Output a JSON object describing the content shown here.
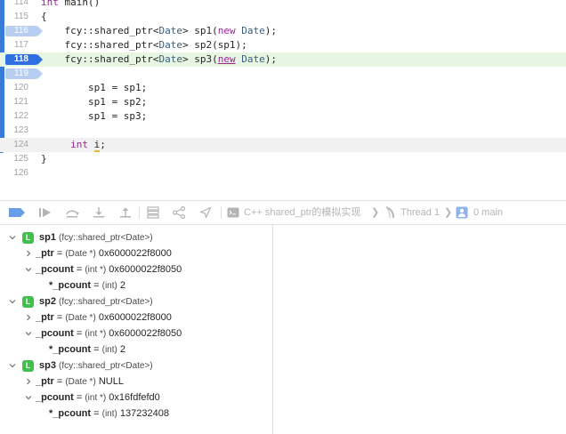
{
  "editor": {
    "lines": [
      {
        "num": "114",
        "marker": "none",
        "highlight": "none",
        "tokens": [
          {
            "t": "int",
            "c": "kw"
          },
          {
            "t": " main()",
            "c": ""
          }
        ]
      },
      {
        "num": "115",
        "marker": "none",
        "highlight": "none",
        "tokens": [
          {
            "t": "{",
            "c": ""
          }
        ]
      },
      {
        "num": "116",
        "marker": "light",
        "highlight": "none",
        "tokens": [
          {
            "t": "    fcy::shared_ptr<",
            "c": ""
          },
          {
            "t": "Date",
            "c": "ty"
          },
          {
            "t": "> sp1(",
            "c": ""
          },
          {
            "t": "new",
            "c": "kw"
          },
          {
            "t": " ",
            "c": ""
          },
          {
            "t": "Date",
            "c": "ty"
          },
          {
            "t": ");",
            "c": ""
          }
        ]
      },
      {
        "num": "117",
        "marker": "none",
        "highlight": "none",
        "tokens": [
          {
            "t": "    fcy::shared_ptr<",
            "c": ""
          },
          {
            "t": "Date",
            "c": "ty"
          },
          {
            "t": "> sp2(sp1);",
            "c": ""
          }
        ]
      },
      {
        "num": "118",
        "marker": "dark",
        "highlight": "green",
        "tokens": [
          {
            "t": "    fcy::shared_ptr<",
            "c": ""
          },
          {
            "t": "Date",
            "c": "ty"
          },
          {
            "t": "> sp3(",
            "c": ""
          },
          {
            "t": "new",
            "c": "kw ul"
          },
          {
            "t": " ",
            "c": ""
          },
          {
            "t": "Date",
            "c": "ty"
          },
          {
            "t": ");",
            "c": ""
          }
        ]
      },
      {
        "num": "119",
        "marker": "light",
        "highlight": "none",
        "tokens": []
      },
      {
        "num": "120",
        "marker": "none",
        "highlight": "none",
        "tokens": [
          {
            "t": "        sp1 = sp1;",
            "c": ""
          }
        ]
      },
      {
        "num": "121",
        "marker": "none",
        "highlight": "none",
        "tokens": [
          {
            "t": "        sp1 = sp2;",
            "c": ""
          }
        ]
      },
      {
        "num": "122",
        "marker": "none",
        "highlight": "none",
        "tokens": [
          {
            "t": "        sp1 = sp3;",
            "c": ""
          }
        ]
      },
      {
        "num": "123",
        "marker": "none",
        "highlight": "none",
        "tokens": []
      },
      {
        "num": "124",
        "marker": "none",
        "highlight": "grey",
        "tokens": [
          {
            "t": "     ",
            "c": ""
          },
          {
            "t": "int",
            "c": "kw"
          },
          {
            "t": " ",
            "c": ""
          },
          {
            "t": "i",
            "c": "warnmark"
          },
          {
            "t": ";",
            "c": ""
          }
        ]
      },
      {
        "num": "125",
        "marker": "none",
        "highlight": "none",
        "tokens": [
          {
            "t": "}",
            "c": ""
          }
        ]
      },
      {
        "num": "126",
        "marker": "none",
        "highlight": "none",
        "tokens": []
      }
    ]
  },
  "debug_bar": {
    "buttons": [
      "breakpoints-toggle-icon",
      "continue-icon",
      "step-over-icon",
      "step-into-icon",
      "step-out-icon",
      "view-hierarchy-icon",
      "memory-graph-icon",
      "location-icon"
    ],
    "breadcrumb": {
      "target": "C++ shared_ptr的模拟实现",
      "thread": "Thread 1",
      "frame": "0 main"
    }
  },
  "variables": [
    {
      "level": 0,
      "disclosure": "open",
      "badge": "L",
      "name": "sp1",
      "eq": "",
      "type": "(fcy::shared_ptr<Date>)",
      "value": ""
    },
    {
      "level": 1,
      "disclosure": "closed",
      "badge": "",
      "name": "_ptr",
      "eq": " = ",
      "type": "(Date *)",
      "value": " 0x6000022f8000"
    },
    {
      "level": 1,
      "disclosure": "open",
      "badge": "",
      "name": "_pcount",
      "eq": " = ",
      "type": "(int *)",
      "value": " 0x6000022f8050"
    },
    {
      "level": 2,
      "disclosure": "none",
      "badge": "",
      "name": "*_pcount",
      "eq": " = ",
      "type": "(int)",
      "value": " 2"
    },
    {
      "level": 0,
      "disclosure": "open",
      "badge": "L",
      "name": "sp2",
      "eq": "",
      "type": "(fcy::shared_ptr<Date>)",
      "value": ""
    },
    {
      "level": 1,
      "disclosure": "closed",
      "badge": "",
      "name": "_ptr",
      "eq": " = ",
      "type": "(Date *)",
      "value": " 0x6000022f8000"
    },
    {
      "level": 1,
      "disclosure": "open",
      "badge": "",
      "name": "_pcount",
      "eq": " = ",
      "type": "(int *)",
      "value": " 0x6000022f8050"
    },
    {
      "level": 2,
      "disclosure": "none",
      "badge": "",
      "name": "*_pcount",
      "eq": " = ",
      "type": "(int)",
      "value": " 2"
    },
    {
      "level": 0,
      "disclosure": "open",
      "badge": "L",
      "name": "sp3",
      "eq": "",
      "type": "(fcy::shared_ptr<Date>)",
      "value": ""
    },
    {
      "level": 1,
      "disclosure": "closed",
      "badge": "",
      "name": "_ptr",
      "eq": " = ",
      "type": "(Date *)",
      "value": " NULL"
    },
    {
      "level": 1,
      "disclosure": "open",
      "badge": "",
      "name": "_pcount",
      "eq": " = ",
      "type": "(int *)",
      "value": " 0x16fdfefd0"
    },
    {
      "level": 2,
      "disclosure": "none",
      "badge": "",
      "name": "*_pcount",
      "eq": " = ",
      "type": "(int)",
      "value": " 137232408"
    }
  ]
}
